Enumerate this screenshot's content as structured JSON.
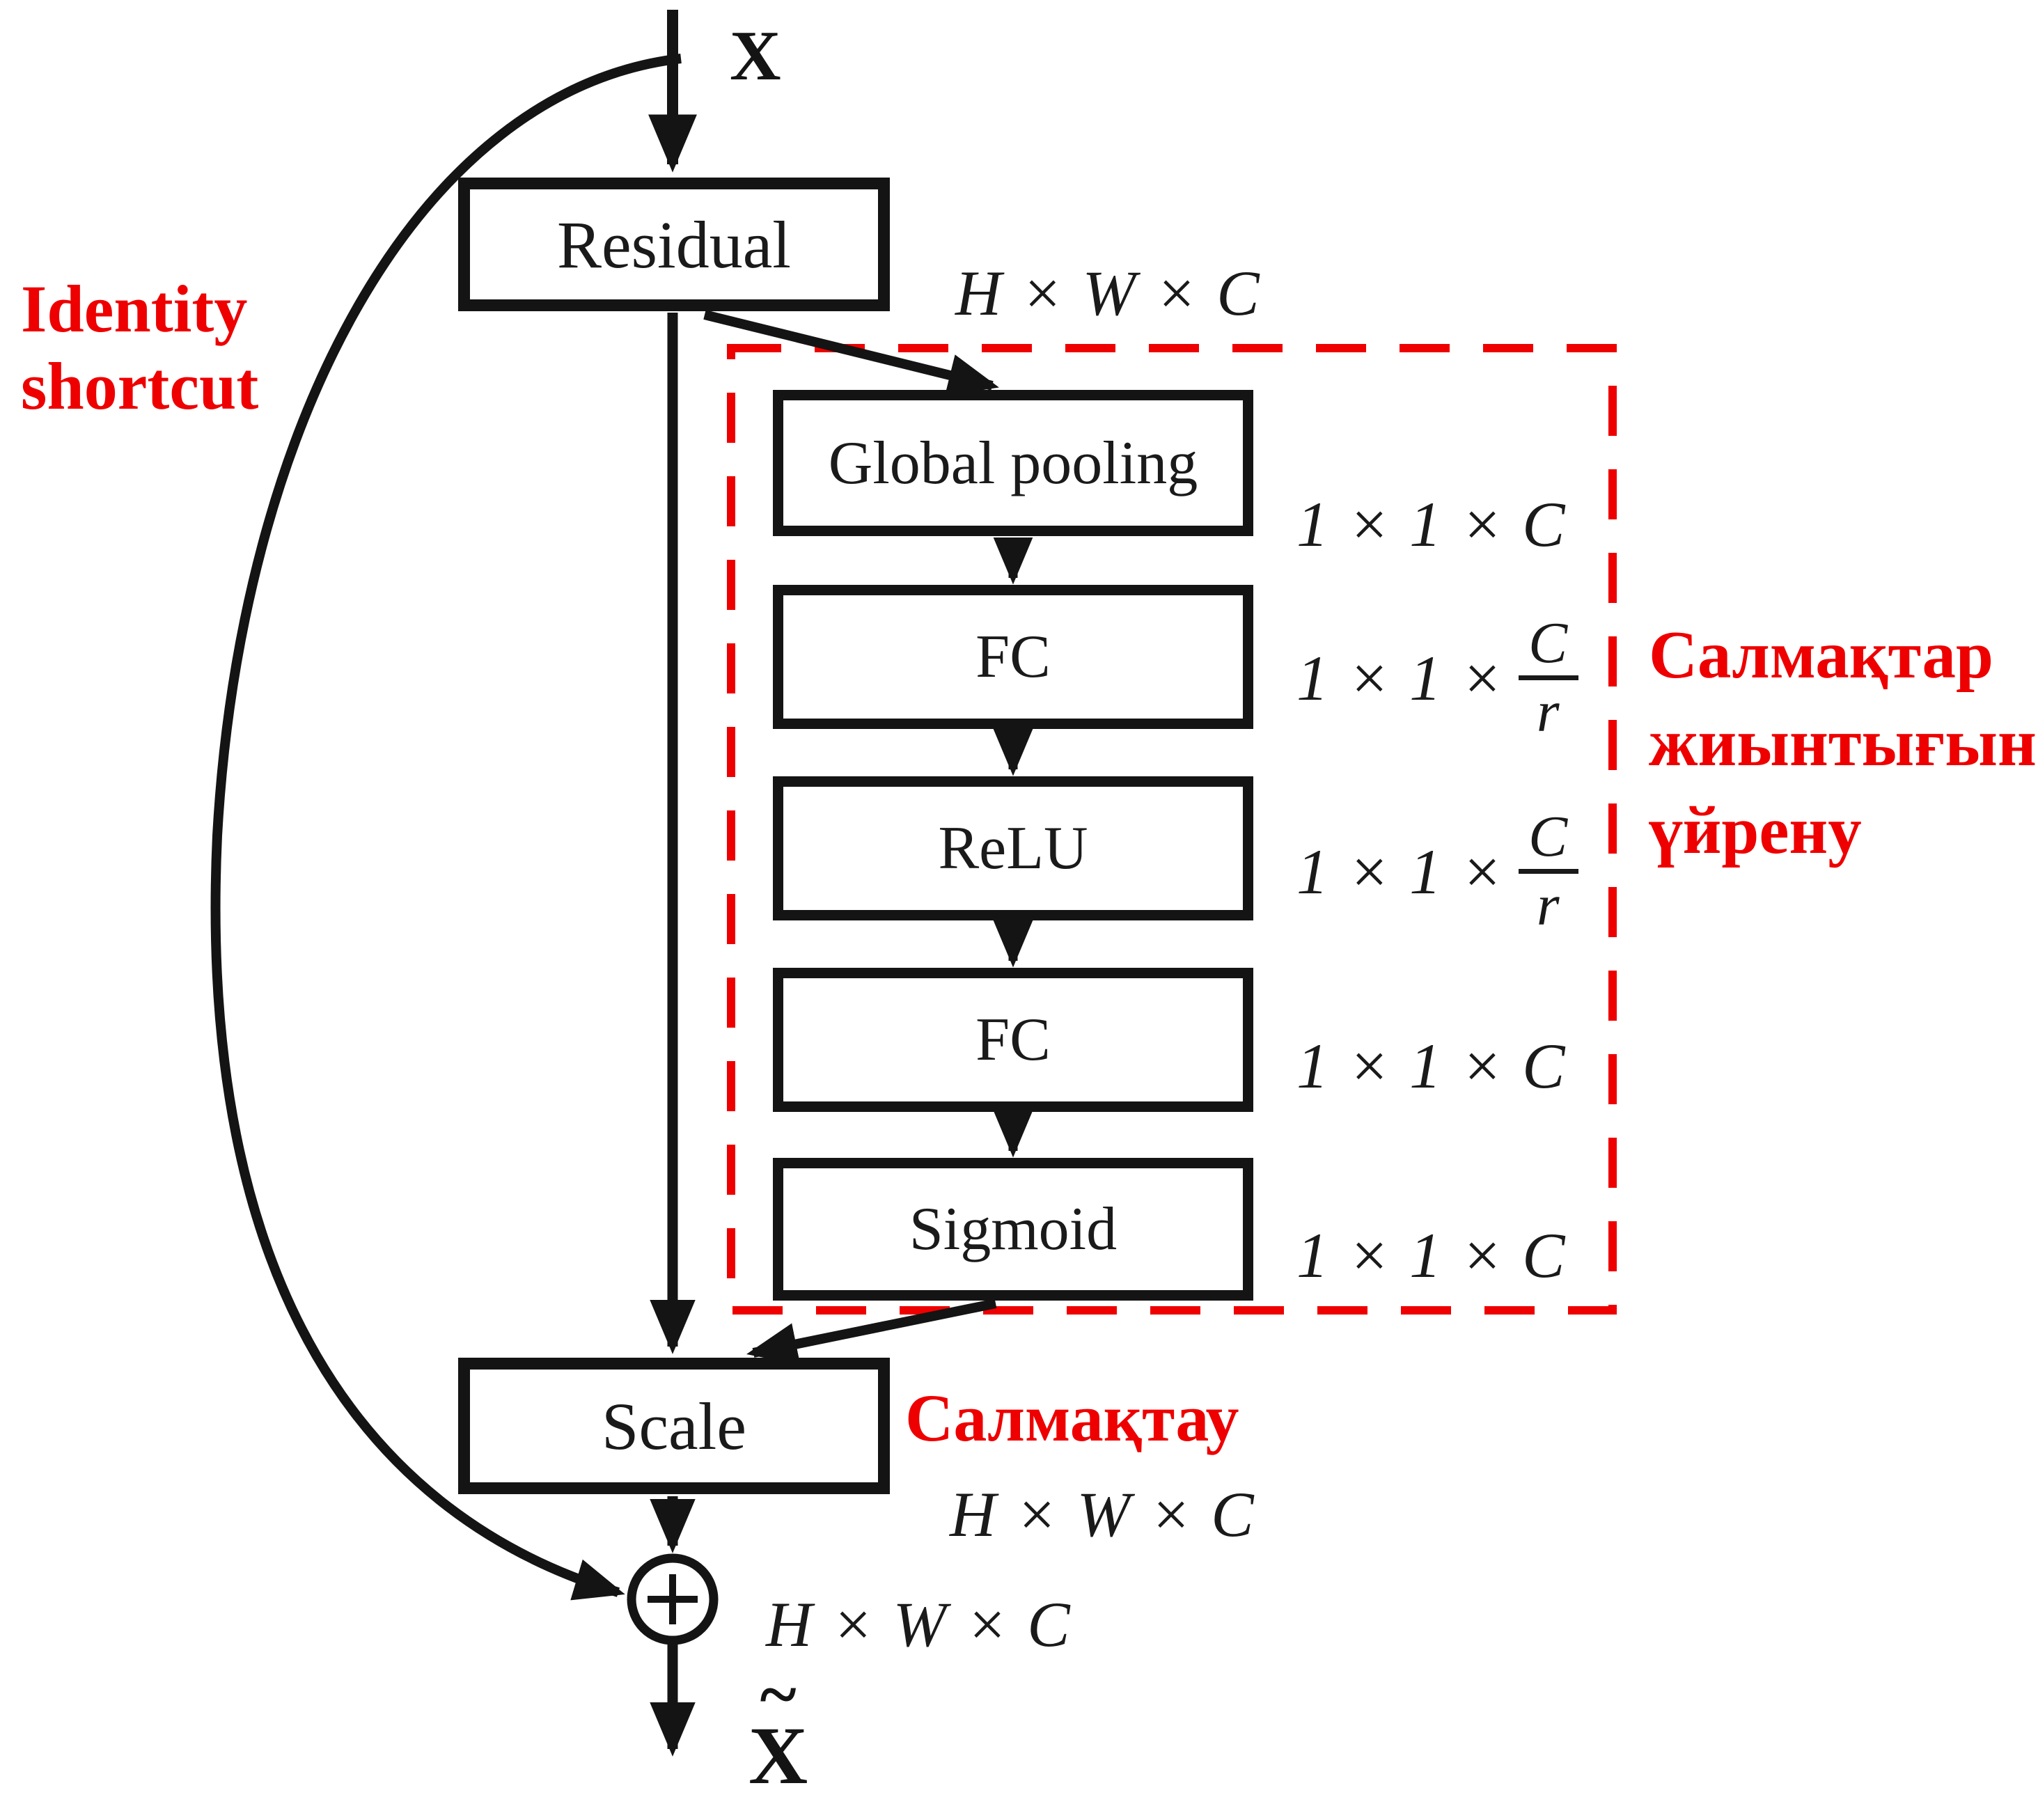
{
  "colors": {
    "accent": "#ee0000",
    "ink": "#141414",
    "background": "#ffffff"
  },
  "input": {
    "label": "X"
  },
  "identity": {
    "label": "Identity\nshortcut"
  },
  "residual": {
    "label": "Residual",
    "dim": "H × W × C"
  },
  "se_block": {
    "annotation": "Салмақтар\nжиынтығын\nүйрену",
    "layers": {
      "global_pooling": {
        "label": "Global pooling",
        "dim": "1 × 1 × C"
      },
      "fc1": {
        "label": "FC",
        "dim_prefix": "1 × 1 ×",
        "dim_numerator": "C",
        "dim_denominator": "r"
      },
      "relu": {
        "label": "ReLU",
        "dim_prefix": "1 × 1 ×",
        "dim_numerator": "C",
        "dim_denominator": "r"
      },
      "fc2": {
        "label": "FC",
        "dim": "1 × 1 × C"
      },
      "sigmoid": {
        "label": "Sigmoid",
        "dim": "1 × 1 × C"
      }
    }
  },
  "scale": {
    "label": "Scale",
    "annotation": "Салмақтау",
    "dim": "H × W × C"
  },
  "sum": {
    "icon": "plus-circle",
    "dim": "H × W × C"
  },
  "output": {
    "accent": "~",
    "base": "X"
  }
}
